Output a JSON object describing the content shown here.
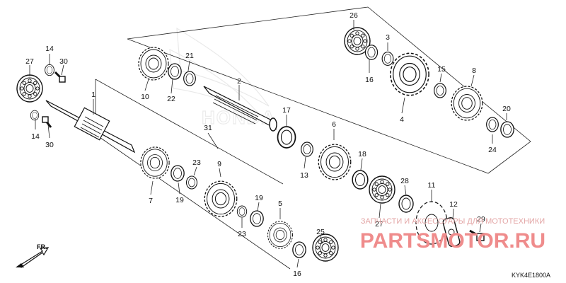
{
  "watermark": {
    "top": "ЗАПЧАСТИ И АКСЕССУАРЫ ДЛЯ МОТОТЕХНИКИ",
    "brand": "PARTSMOTOR.RU",
    "honda": "HONDA"
  },
  "diagram_code": "KYK4E1800A",
  "direction_label": "FR.",
  "callouts": [
    {
      "id": "c1",
      "label": "1"
    },
    {
      "id": "c2",
      "label": "2"
    },
    {
      "id": "c3",
      "label": "3"
    },
    {
      "id": "c4",
      "label": "4"
    },
    {
      "id": "c5",
      "label": "5"
    },
    {
      "id": "c6",
      "label": "6"
    },
    {
      "id": "c7",
      "label": "7"
    },
    {
      "id": "c8",
      "label": "8"
    },
    {
      "id": "c9",
      "label": "9"
    },
    {
      "id": "c10",
      "label": "10"
    },
    {
      "id": "c11",
      "label": "11"
    },
    {
      "id": "c12",
      "label": "12"
    },
    {
      "id": "c13",
      "label": "13"
    },
    {
      "id": "c14a",
      "label": "14"
    },
    {
      "id": "c14b",
      "label": "14"
    },
    {
      "id": "c15",
      "label": "15"
    },
    {
      "id": "c16a",
      "label": "16"
    },
    {
      "id": "c16b",
      "label": "16"
    },
    {
      "id": "c17",
      "label": "17"
    },
    {
      "id": "c18",
      "label": "18"
    },
    {
      "id": "c19a",
      "label": "19"
    },
    {
      "id": "c19b",
      "label": "19"
    },
    {
      "id": "c20",
      "label": "20"
    },
    {
      "id": "c21",
      "label": "21"
    },
    {
      "id": "c22",
      "label": "22"
    },
    {
      "id": "c23a",
      "label": "23"
    },
    {
      "id": "c23b",
      "label": "23"
    },
    {
      "id": "c24",
      "label": "24"
    },
    {
      "id": "c25",
      "label": "25"
    },
    {
      "id": "c26",
      "label": "26"
    },
    {
      "id": "c27a",
      "label": "27"
    },
    {
      "id": "c27b",
      "label": "27"
    },
    {
      "id": "c28",
      "label": "28"
    },
    {
      "id": "c29",
      "label": "29"
    },
    {
      "id": "c30a",
      "label": "30"
    },
    {
      "id": "c30b",
      "label": "30"
    },
    {
      "id": "c31",
      "label": "31"
    }
  ]
}
